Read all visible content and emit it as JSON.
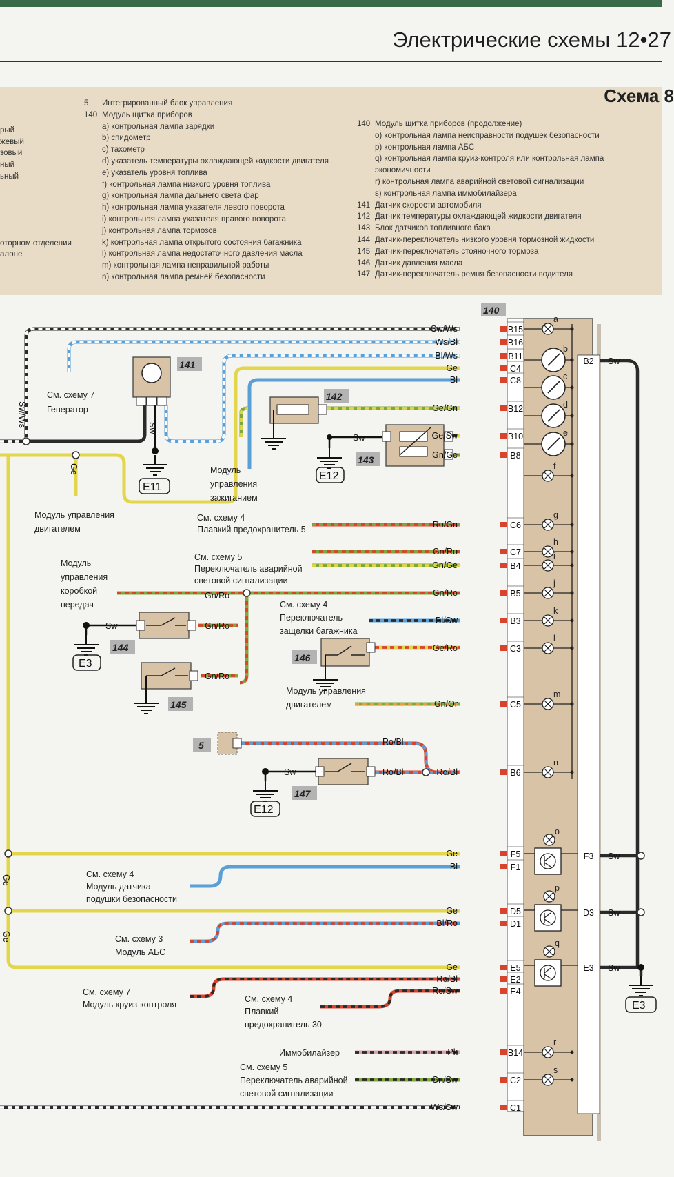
{
  "header": {
    "title": "Электрические схемы 12•27",
    "scheme": "Схема 8"
  },
  "legend_left_cut": [
    "рый",
    "жевый",
    "зовый",
    "ный",
    "ьный",
    "оторном отделении",
    "алоне"
  ],
  "legend_col1": [
    {
      "num": "5",
      "text": "Интегрированный блок управления"
    },
    {
      "num": "140",
      "text": "Модуль щитка приборов"
    },
    {
      "sub": "a) контрольная лампа зарядки"
    },
    {
      "sub": "b) спидометр"
    },
    {
      "sub": "c) тахометр"
    },
    {
      "sub": "d) указатель температуры охлаждающей жидкости двигателя"
    },
    {
      "sub": "e) указатель уровня топлива"
    },
    {
      "sub": "f) контрольная лампа низкого уровня топлива"
    },
    {
      "sub": "g) контрольная лампа дальнего света фар"
    },
    {
      "sub": "h) контрольная лампа указателя левого поворота"
    },
    {
      "sub": "i) контрольная лампа указателя правого поворота"
    },
    {
      "sub": "j) контрольная лампа тормозов"
    },
    {
      "sub": "k) контрольная лампа открытого состояния багажника"
    },
    {
      "sub": "l) контрольная лампа недостаточного давления масла"
    },
    {
      "sub": "m) контрольная лампа неправильной работы"
    },
    {
      "sub": "n) контрольная лампа ремней безопасности"
    }
  ],
  "legend_col2": [
    {
      "num": "140",
      "text": "Модуль щитка приборов (продолжение)"
    },
    {
      "sub": "o) контрольная лампа неисправности подушек безопасности"
    },
    {
      "sub": "p) контрольная лампа АБС"
    },
    {
      "sub": "q) контрольная лампа круиз-контроля или контрольная лампа"
    },
    {
      "sub": "экономичности"
    },
    {
      "sub": "r) контрольная лампа аварийной световой сигнализации"
    },
    {
      "sub": "s) контрольная лампа иммобилайзера"
    },
    {
      "num": "141",
      "text": "Датчик скорости автомобиля"
    },
    {
      "num": "142",
      "text": "Датчик температуры охлаждающей жидкости двигателя"
    },
    {
      "num": "143",
      "text": "Блок датчиков топливного бака"
    },
    {
      "num": "144",
      "text": "Датчик-переключатель низкого уровня тормозной жидкости"
    },
    {
      "num": "145",
      "text": "Датчик-переключатель стояночного тормоза"
    },
    {
      "num": "146",
      "text": "Датчик давления масла"
    },
    {
      "num": "147",
      "text": "Датчик-переключатель ремня безопасности водителя"
    }
  ],
  "pins_left": [
    "B15",
    "B16",
    "B11",
    "C4",
    "C8",
    "B12",
    "B10",
    "B8",
    "C6",
    "C7",
    "B4",
    "B5",
    "B3",
    "C3",
    "C5",
    "B6",
    "F5",
    "F1",
    "D5",
    "D1",
    "E5",
    "E2",
    "E4",
    "B14",
    "C2",
    "C1"
  ],
  "pins_right": [
    "B2",
    "F3",
    "D3",
    "E3"
  ],
  "lamp_letters": [
    "a",
    "b",
    "c",
    "d",
    "e",
    "f",
    "g",
    "h",
    "i",
    "j",
    "k",
    "l",
    "m",
    "n",
    "o",
    "p",
    "q",
    "r",
    "s"
  ],
  "wires": [
    "Sw/Ws",
    "Ws/Bl",
    "Bl/Ws",
    "Ge",
    "Bl",
    "Ge/Gn",
    "Ge/Sw",
    "Gn/Ge",
    "Ro/Gn",
    "Gn/Ro",
    "Gn/Ge",
    "Gn/Ro",
    "Bl/Sw",
    "Ge/Ro",
    "Gn/Or",
    "Ro/Bl",
    "Ro/Bl",
    "Ro/Bl",
    "Ge",
    "Bl",
    "Ge",
    "Bl/Ro",
    "Ge",
    "Ro/Bl",
    "Ro/Sw",
    "Pk",
    "Gn/Sw",
    "Ws/Sw"
  ],
  "misc_wire_labels": {
    "sw": "Sw",
    "ge": "Ge",
    "swws": "Sw/Ws",
    "gnro": "Gn/Ro",
    "robl": "Ro/Bl"
  },
  "components": {
    "c140": "140",
    "c141": "141",
    "c142": "142",
    "c143": "143",
    "c144": "144",
    "c145": "145",
    "c146": "146",
    "c147": "147",
    "c5": "5"
  },
  "grounds": {
    "e11": "E11",
    "e12": "E12",
    "e3": "E3"
  },
  "notes": {
    "scheme7_gen_1": "См. схему 7",
    "scheme7_gen_2": "Генератор",
    "ignition_1": "Модуль",
    "ignition_2": "управления",
    "ignition_3": "зажиганием",
    "engine_1": "Модуль управления",
    "engine_2": "двигателем",
    "s4_fuse5_1": "См. схему 4",
    "s4_fuse5_2": "Плавкий предохранитель 5",
    "s5_hazard_1": "См. схему 5",
    "s5_hazard_2": "Переключатель аварийной",
    "s5_hazard_3": "световой сигнализации",
    "gearbox_1": "Модуль",
    "gearbox_2": "управления",
    "gearbox_3": "коробкой",
    "gearbox_4": "передач",
    "s4_trunk_1": "См. схему 4",
    "s4_trunk_2": "Переключатель",
    "s4_trunk_3": "защелки багажника",
    "engine2_1": "Модуль управления",
    "engine2_2": "двигателем",
    "s4_airbag_1": "См. схему 4",
    "s4_airbag_2": "Модуль датчика",
    "s4_airbag_3": "подушки безопасности",
    "s3_abs_1": "См. схему 3",
    "s3_abs_2": "Модуль АБС",
    "s7_cruise_1": "См. схему 7",
    "s7_cruise_2": "Модуль круиз-контроля",
    "s4_fuse30_1": "См. схему 4",
    "s4_fuse30_2": "Плавкий",
    "s4_fuse30_3": "предохранитель 30",
    "immo": "Иммобилайзер",
    "s5_hazard2_1": "См. схему 5",
    "s5_hazard2_2": "Переключатель аварийной",
    "s5_hazard2_3": "световой сигнализации"
  },
  "colors": {
    "sw": "#2a2a2a",
    "ws": "#ffffff",
    "bl": "#5aa0d6",
    "ge": "#e3d64a",
    "gn": "#7fa83a",
    "ro": "#d8432e",
    "pk": "#d9a3b4",
    "or": "#e8a23a",
    "panel": "#d9c3a6",
    "legend_bg": "#e9dcc6"
  }
}
